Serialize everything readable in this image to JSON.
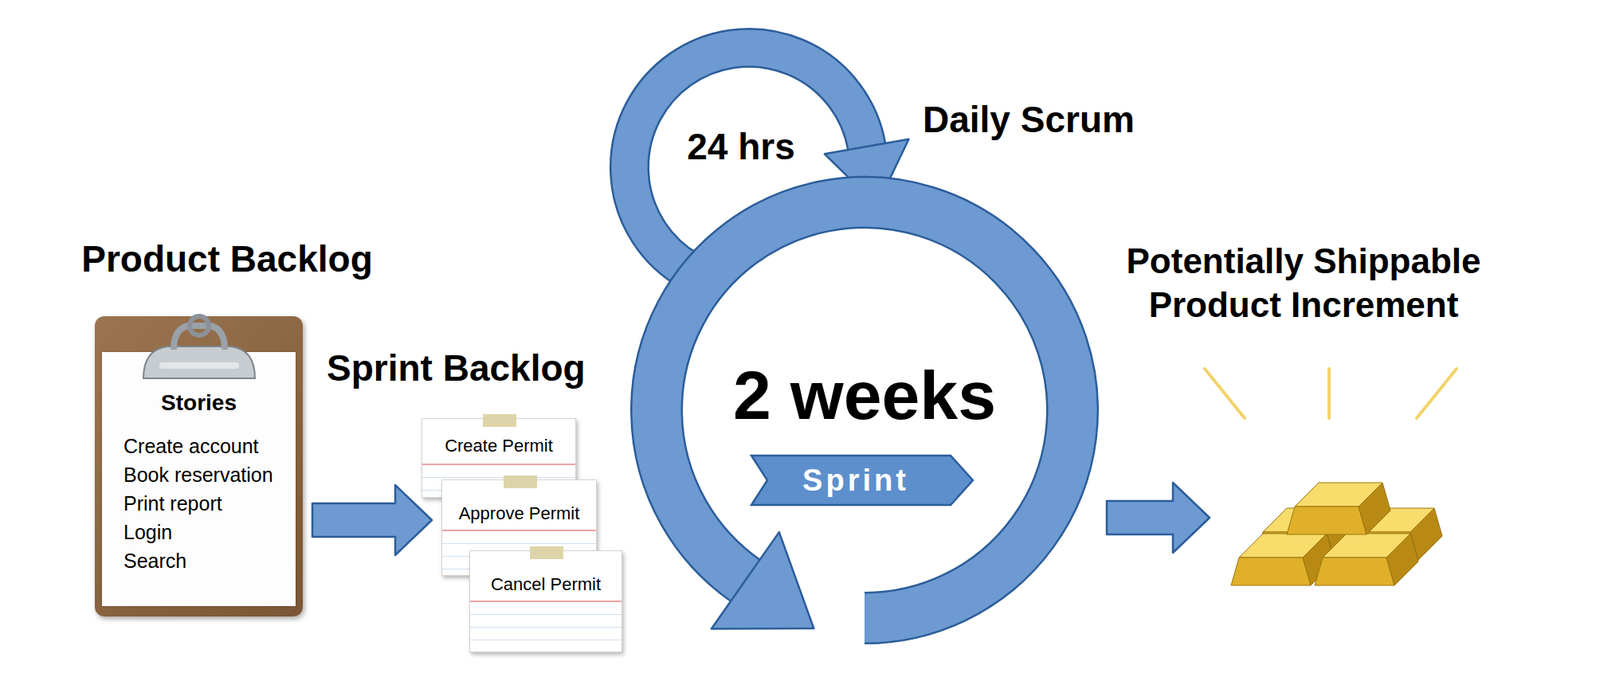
{
  "diagram": {
    "nodes": [
      {
        "text": [
          "Product Backlog",
          "Stories",
          "Create account",
          "Book reservation",
          "Print report",
          "Login",
          "Search"
        ]
      },
      {
        "text": [
          "Create Permit"
        ]
      },
      {
        "text": [
          "Approve Permit"
        ]
      },
      {
        "text": [
          "Cancel Permit"
        ]
      },
      {
        "text": [
          "2 weeks",
          "Sprint"
        ]
      },
      {
        "text": [
          "Potentially Shippable Product Increment"
        ]
      }
    ],
    "edges": [
      {
        "from": 0,
        "to": 2,
        "arrow": "to"
      },
      {
        "from": 4,
        "to": 5,
        "arrow": "to"
      }
    ],
    "labels": [
      "Sprint Backlog",
      "24 hrs",
      "Daily Scrum"
    ]
  }
}
